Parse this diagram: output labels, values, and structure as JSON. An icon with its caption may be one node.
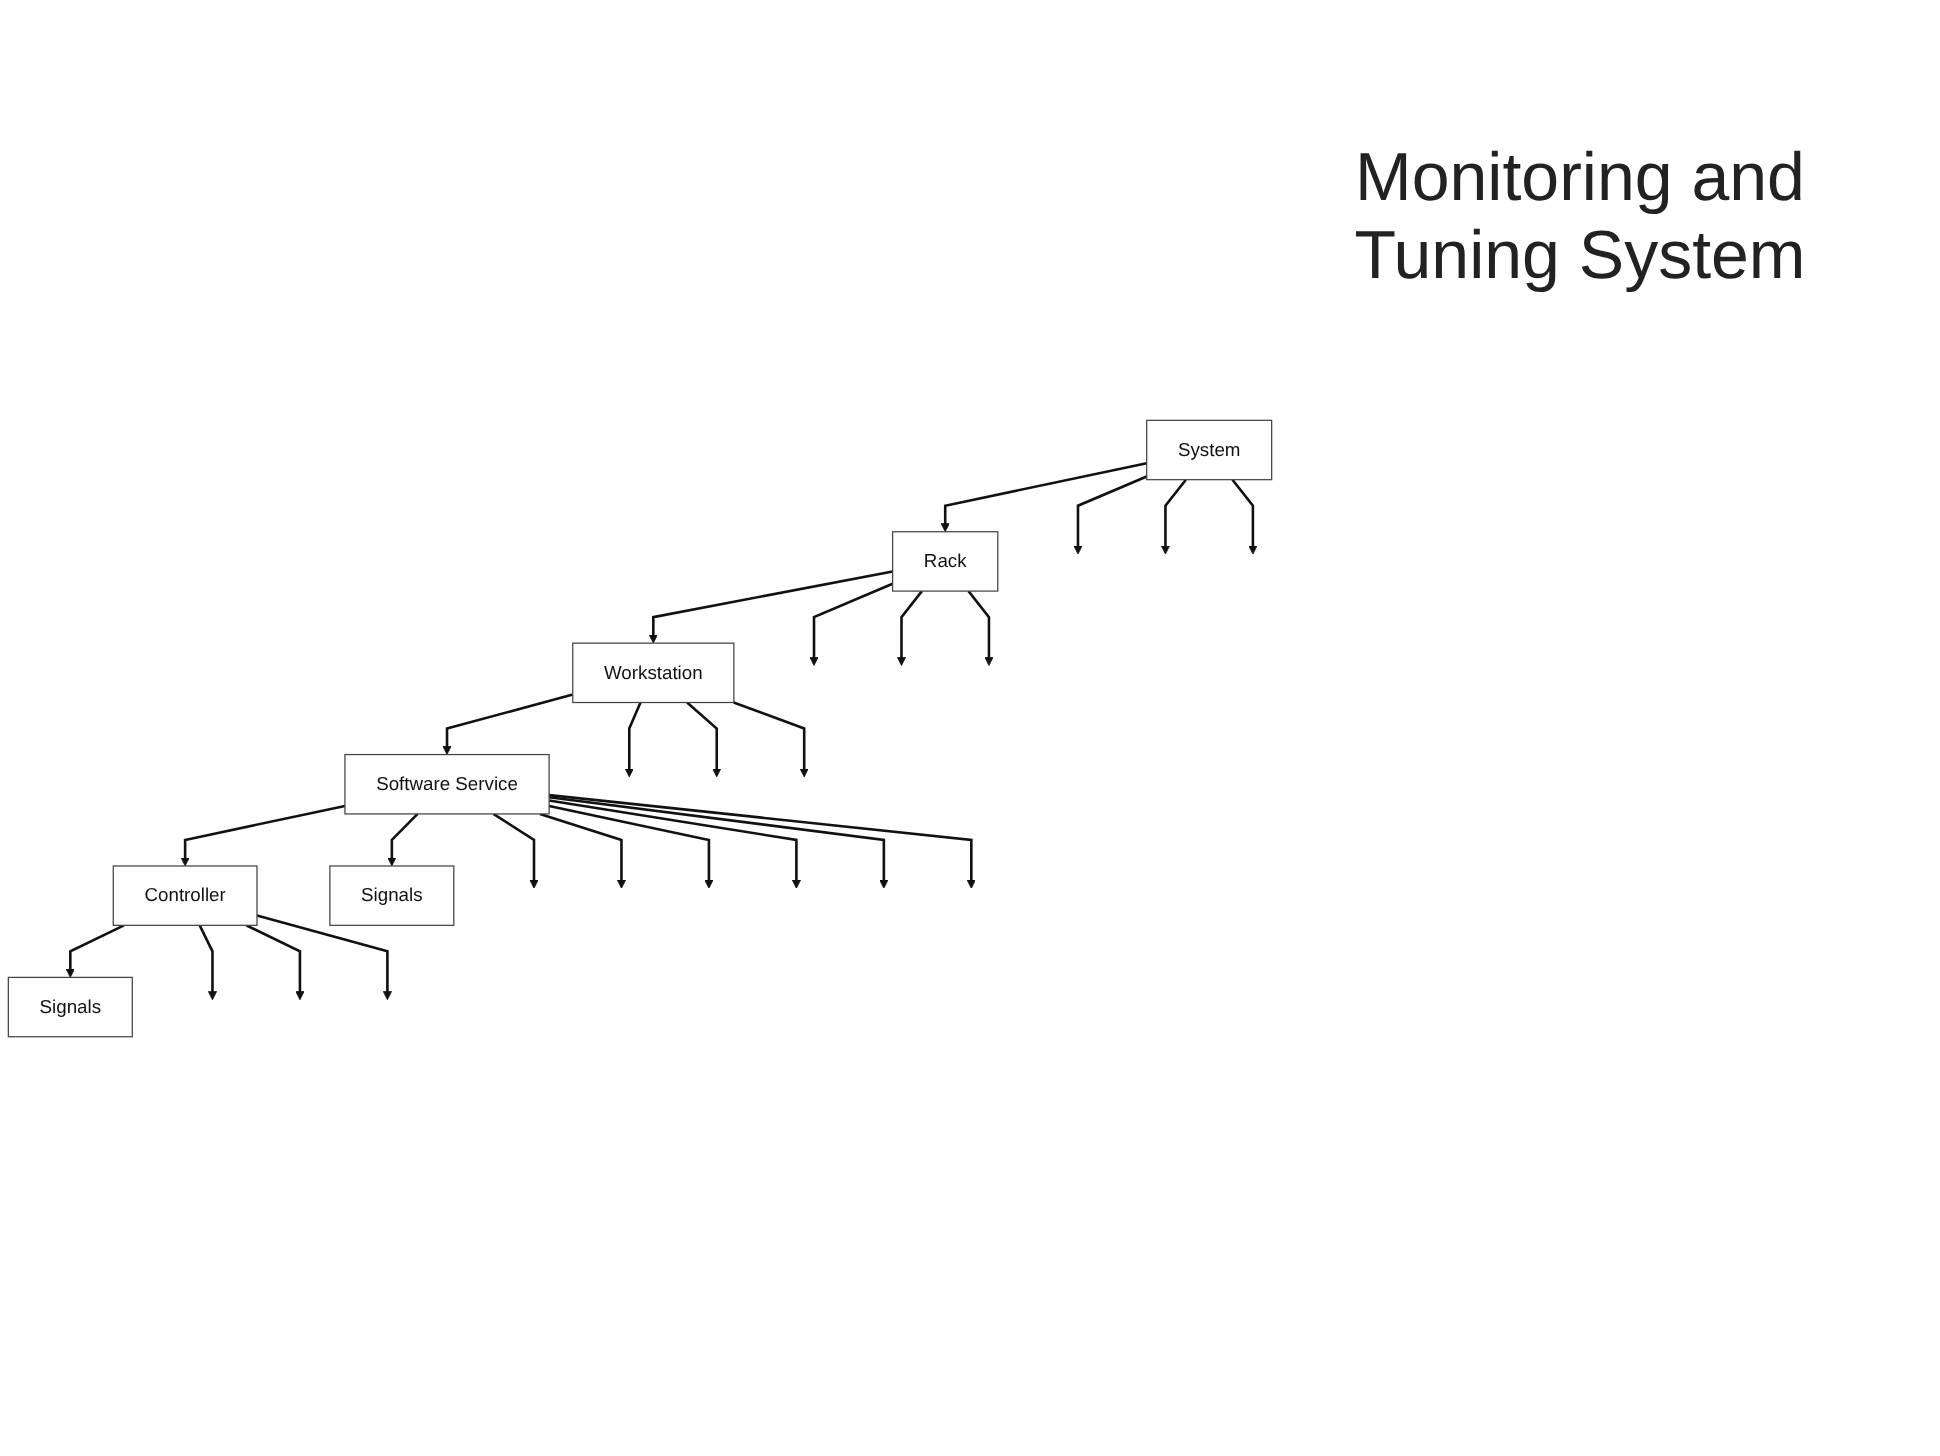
{
  "diagram": {
    "title": "Monitoring and Tuning System",
    "nodes": [
      {
        "text": [
          "System"
        ]
      },
      {
        "text": [
          "Rack"
        ]
      },
      {
        "text": [
          "Workstation"
        ]
      },
      {
        "text": [
          "Software Service"
        ]
      },
      {
        "text": [
          "Controller"
        ]
      },
      {
        "text": [
          "Signals"
        ]
      },
      {
        "text": [
          "Signals"
        ]
      }
    ],
    "edges": [
      {
        "from": 0,
        "to": 1,
        "arrow": "to"
      },
      {
        "from": 0,
        "to": null,
        "arrow": "to"
      },
      {
        "from": 0,
        "to": null,
        "arrow": "to"
      },
      {
        "from": 0,
        "to": null,
        "arrow": "to"
      },
      {
        "from": 1,
        "to": 2,
        "arrow": "to"
      },
      {
        "from": 1,
        "to": null,
        "arrow": "to"
      },
      {
        "from": 1,
        "to": null,
        "arrow": "to"
      },
      {
        "from": 1,
        "to": null,
        "arrow": "to"
      },
      {
        "from": 2,
        "to": 3,
        "arrow": "to"
      },
      {
        "from": 2,
        "to": null,
        "arrow": "to"
      },
      {
        "from": 2,
        "to": null,
        "arrow": "to"
      },
      {
        "from": 2,
        "to": null,
        "arrow": "to"
      },
      {
        "from": 3,
        "to": 4,
        "arrow": "to"
      },
      {
        "from": 3,
        "to": null,
        "arrow": "to"
      },
      {
        "from": 3,
        "to": null,
        "arrow": "to"
      },
      {
        "from": 3,
        "to": null,
        "arrow": "to"
      },
      {
        "from": 4,
        "to": 5,
        "arrow": "to"
      },
      {
        "from": 4,
        "to": null,
        "arrow": "to"
      },
      {
        "from": 4,
        "to": null,
        "arrow": "to"
      },
      {
        "from": 4,
        "to": null,
        "arrow": "to"
      },
      {
        "from": 3,
        "to": 6,
        "arrow": "to"
      },
      {
        "from": 3,
        "to": null,
        "arrow": "to"
      },
      {
        "from": 3,
        "to": null,
        "arrow": "to"
      },
      {
        "from": 3,
        "to": null,
        "arrow": "to"
      }
    ]
  }
}
